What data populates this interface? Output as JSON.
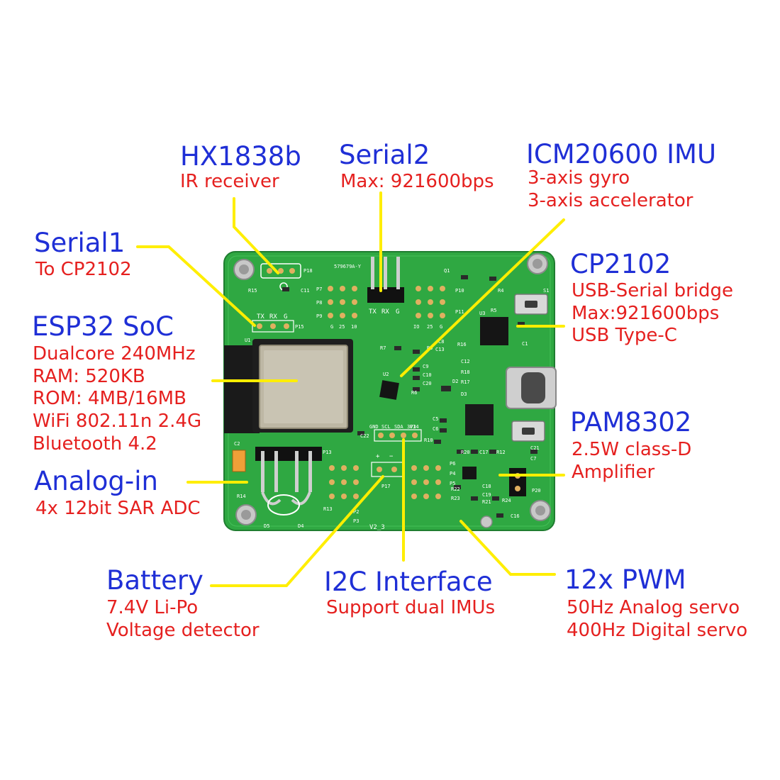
{
  "callouts": [
    {
      "id": "hx1838b",
      "title": "HX1838b",
      "lines": [
        "IR receiver"
      ]
    },
    {
      "id": "serial2",
      "title": "Serial2",
      "lines": [
        "Max: 921600bps"
      ]
    },
    {
      "id": "icm20600",
      "title": "ICM20600 IMU",
      "lines": [
        "3-axis gyro",
        "3-axis accelerator"
      ]
    },
    {
      "id": "serial1",
      "title": "Serial1",
      "lines": [
        "To CP2102"
      ]
    },
    {
      "id": "cp2102",
      "title": "CP2102",
      "lines": [
        "USB-Serial bridge",
        "Max:921600bps",
        "USB Type-C"
      ]
    },
    {
      "id": "esp32",
      "title": "ESP32 SoC",
      "lines": [
        "Dualcore 240MHz",
        "RAM: 520KB",
        "ROM: 4MB/16MB",
        "WiFi 802.11n 2.4G",
        "Bluetooth 4.2"
      ]
    },
    {
      "id": "pam8302",
      "title": "PAM8302",
      "lines": [
        "2.5W class-D",
        "Amplifier"
      ]
    },
    {
      "id": "analog",
      "title": "Analog-in",
      "lines": [
        "4x 12bit SAR ADC"
      ]
    },
    {
      "id": "battery",
      "title": "Battery",
      "lines": [
        "7.4V Li-Po",
        "Voltage detector"
      ]
    },
    {
      "id": "i2c",
      "title": "I2C Interface",
      "lines": [
        "Support dual IMUs"
      ]
    },
    {
      "id": "pwm",
      "title": "12x PWM",
      "lines": [
        "50Hz Analog servo",
        "400Hz Digital servo"
      ]
    }
  ],
  "silkscreen": {
    "serial_header": [
      "TX",
      "RX",
      "G"
    ],
    "serial2_header": [
      "TX",
      "RX",
      "G"
    ],
    "i2c_header": [
      "GND",
      "SCL",
      "SDA",
      "3V3"
    ],
    "pwm_row_left": [
      "G",
      "25",
      "10"
    ],
    "pwm_row_right": [
      "IO",
      "25",
      "G"
    ],
    "version": "V2_3",
    "board_id": "579679A-Y",
    "refs": [
      "P18",
      "R15",
      "C11",
      "P7",
      "P8",
      "P9",
      "P10",
      "Q1",
      "R4",
      "S1",
      "R5",
      "P11",
      "U3",
      "C1",
      "P15",
      "U1",
      "C9",
      "C10",
      "C20",
      "C12",
      "R18",
      "R17",
      "D2",
      "D3",
      "R7",
      "R9",
      "C13",
      "U2",
      "C22",
      "P14",
      "R6",
      "C5",
      "C6",
      "R10",
      "R20",
      "C17",
      "R12",
      "C21",
      "C7",
      "P20",
      "C18",
      "C19",
      "R22",
      "R23",
      "R21",
      "R24",
      "C16",
      "P13",
      "P17",
      "P2",
      "P3",
      "P6",
      "P4",
      "P5",
      "R14",
      "C2",
      "D5",
      "D4",
      "R13",
      "C8",
      "R16"
    ]
  },
  "colors": {
    "title": "#1f2fd6",
    "subtitle": "#e5201f",
    "leader": "#ffee00",
    "pcb": "#2fa842"
  }
}
